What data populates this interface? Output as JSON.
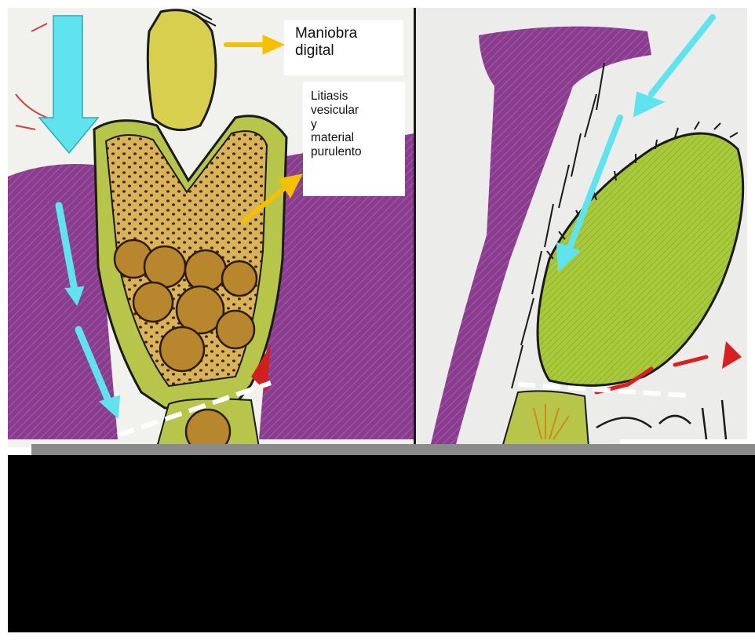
{
  "colors": {
    "background": "#ffffff",
    "gallbladder_wall_purple": "#8a3c8e",
    "liver_green": "#a8c83a",
    "fundus_yellow": "#d9cf4e",
    "stone_brown": "#b8862c",
    "arrow_cyan": "#5fe3ee",
    "arrow_yellow": "#f5c000",
    "dashed_line": "#ffffff",
    "black_band": "#000000",
    "gray_strip": "#8a8a8a"
  },
  "labels": {
    "maniobra": {
      "line1": "Maniobra",
      "line2": "digital"
    },
    "litiasis": {
      "line1": "Litiasis",
      "line2": "vesicular",
      "line3": "y",
      "line4": "material",
      "line5": "purulento"
    }
  },
  "icons": {
    "left_panel_arrows": "cyan-arrow-icon",
    "right_panel_arrows": "cyan-arrow-icon",
    "label_pointers": "yellow-arrow-icon"
  }
}
